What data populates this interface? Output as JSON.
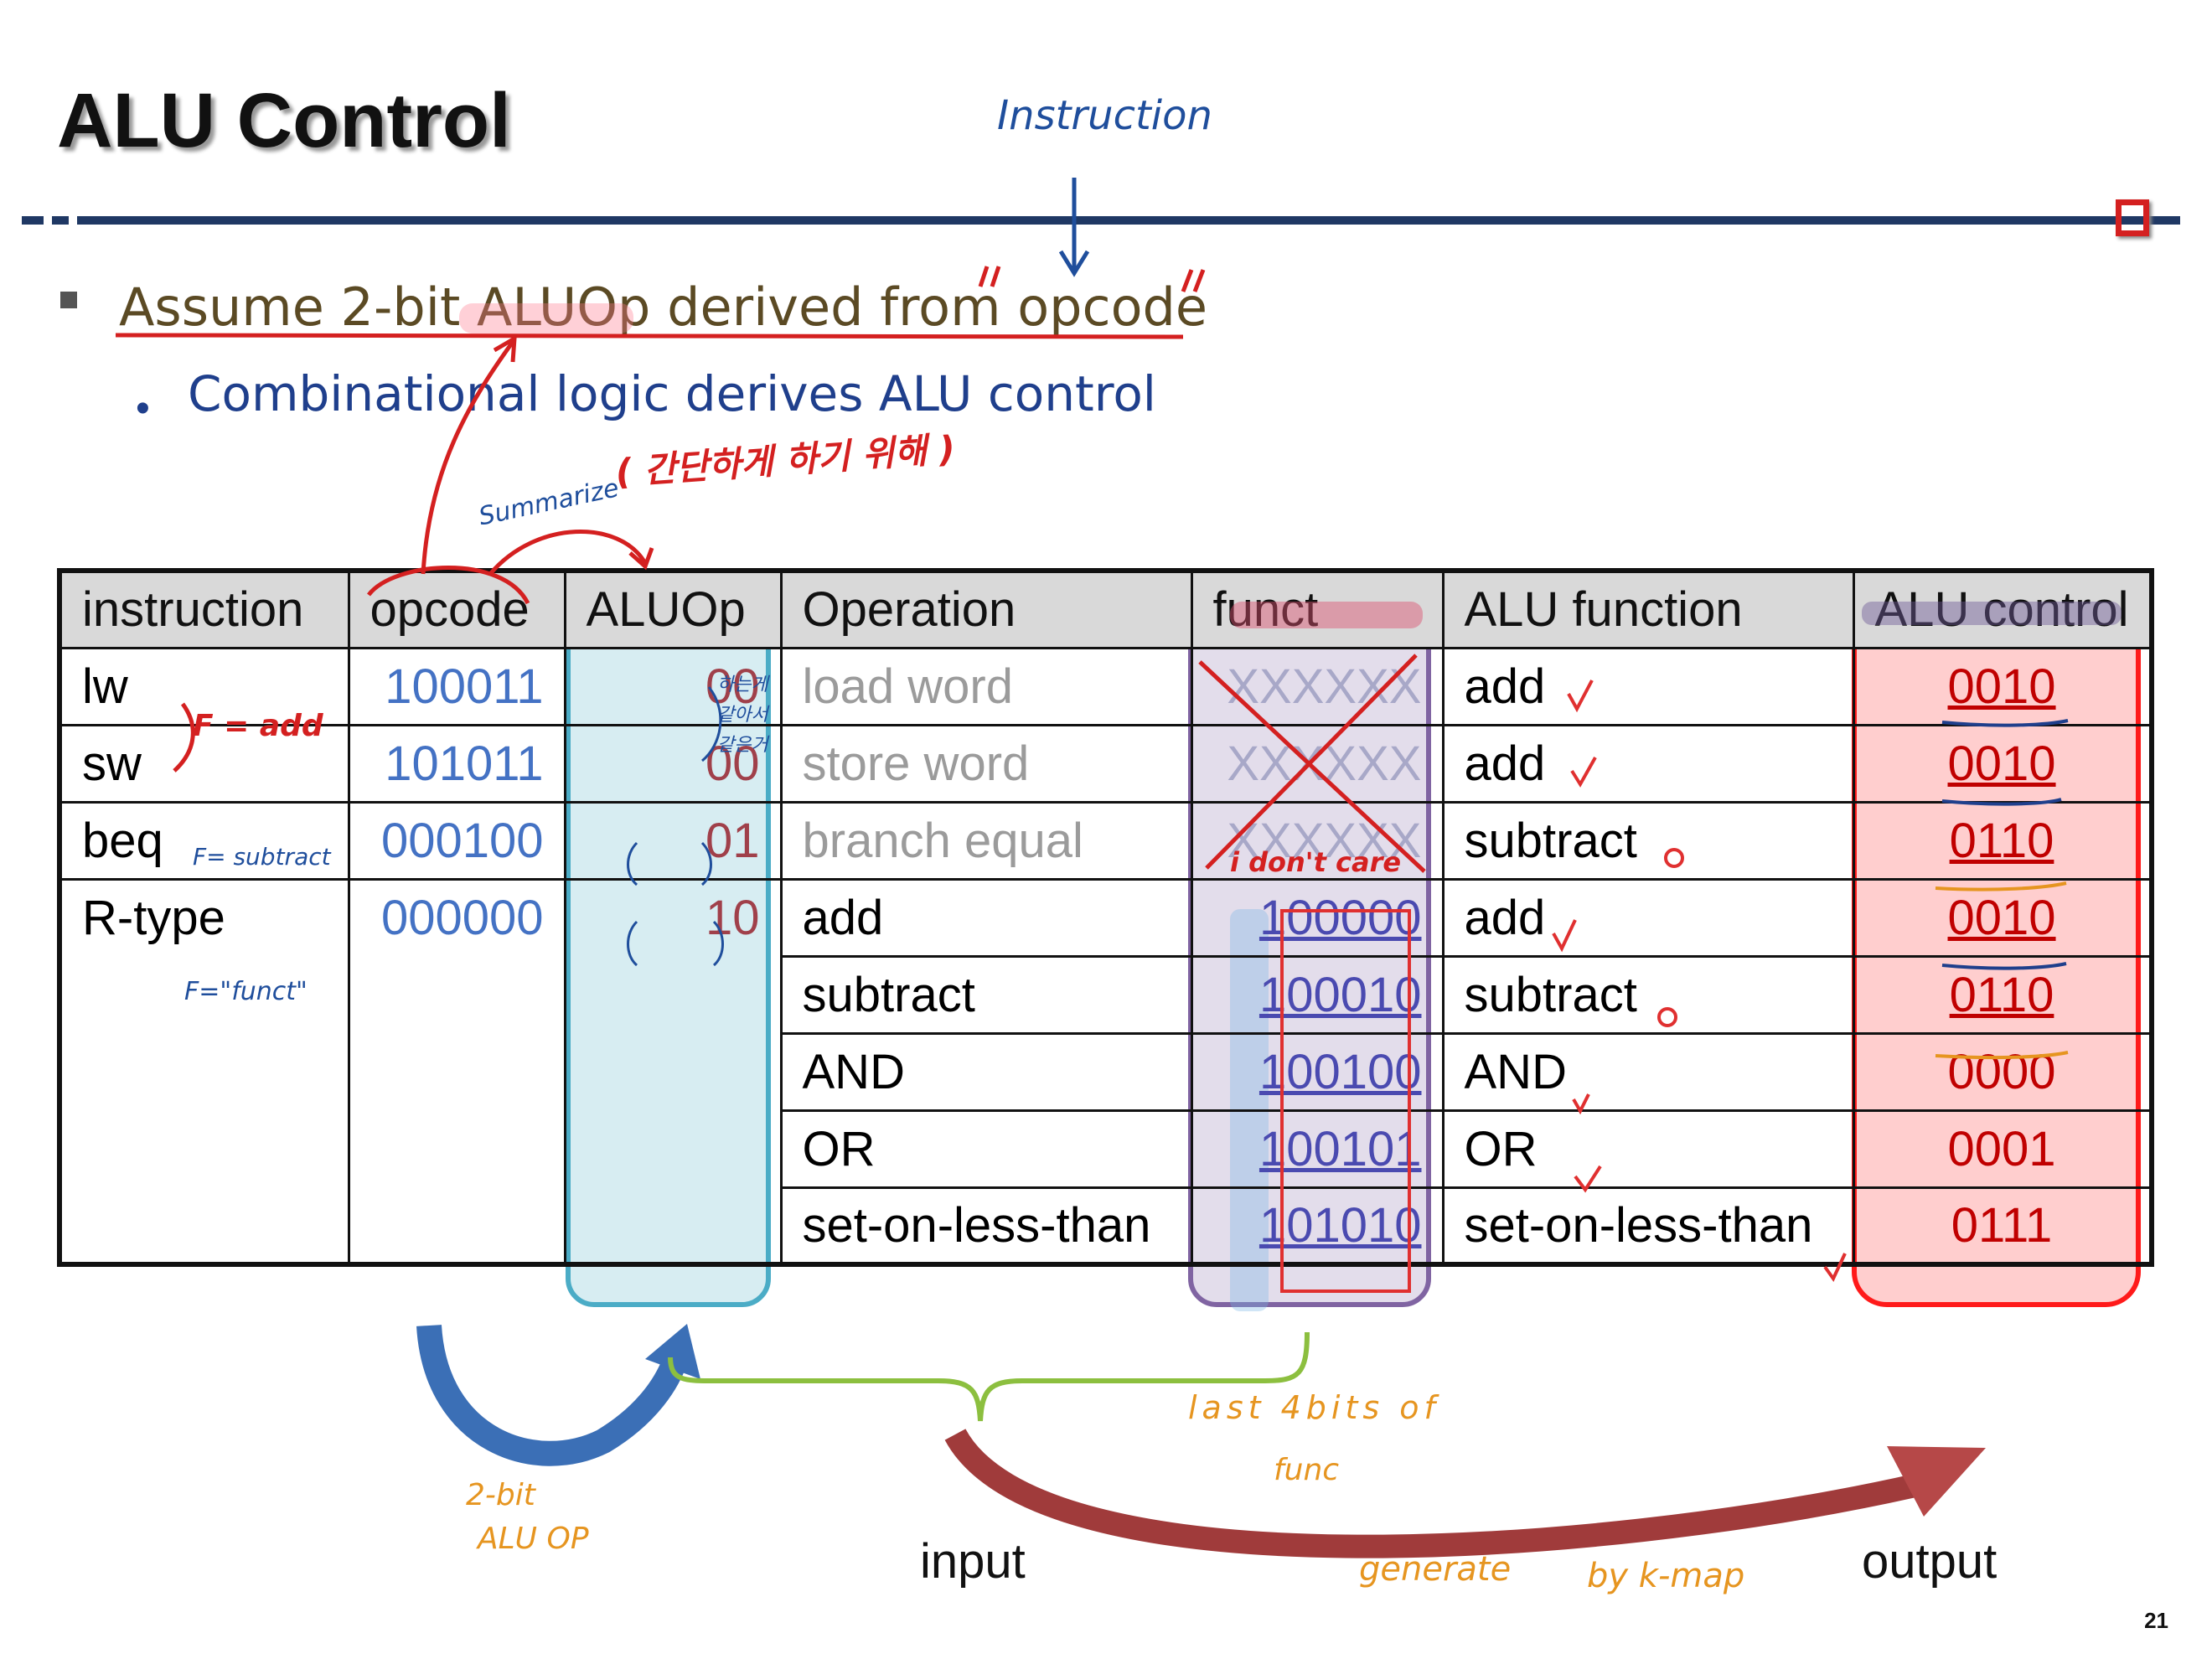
{
  "title": "ALU Control",
  "bullet_1": "Assume 2-bit ALUOp derived from opcode",
  "bullet_2": "Combinational logic derives ALU control",
  "table": {
    "headers": [
      "instruction",
      "opcode",
      "ALUOp",
      "Operation",
      "funct",
      "ALU function",
      "ALU control"
    ],
    "rows": [
      {
        "instruction": "lw",
        "opcode": "100011",
        "aluop": "00",
        "operation": "load word",
        "funct": "XXXXXX",
        "alu_function": "add",
        "alu_control": "0010"
      },
      {
        "instruction": "sw",
        "opcode": "101011",
        "aluop": "00",
        "operation": "store word",
        "funct": "XXXXXX",
        "alu_function": "add",
        "alu_control": "0010"
      },
      {
        "instruction": "beq",
        "opcode": "000100",
        "aluop": "01",
        "operation": "branch equal",
        "funct": "XXXXXX",
        "alu_function": "subtract",
        "alu_control": "0110"
      },
      {
        "instruction": "R-type",
        "opcode": "000000",
        "aluop": "10",
        "operation": "add",
        "funct": "100000",
        "alu_function": "add",
        "alu_control": "0010"
      },
      {
        "instruction": "",
        "opcode": "",
        "aluop": "",
        "operation": "subtract",
        "funct": "100010",
        "alu_function": "subtract",
        "alu_control": "0110"
      },
      {
        "instruction": "",
        "opcode": "",
        "aluop": "",
        "operation": "AND",
        "funct": "100100",
        "alu_function": "AND",
        "alu_control": "0000"
      },
      {
        "instruction": "",
        "opcode": "",
        "aluop": "",
        "operation": "OR",
        "funct": "100101",
        "alu_function": "OR",
        "alu_control": "0001"
      },
      {
        "instruction": "",
        "opcode": "",
        "aluop": "",
        "operation": "set-on-less-than",
        "funct": "101010",
        "alu_function": "set-on-less-than",
        "alu_control": "0111"
      }
    ]
  },
  "labels": {
    "input": "input",
    "output": "output",
    "page_number": "21"
  },
  "handwriting": {
    "instruction": "Instruction",
    "summarize": "Summarize",
    "korean_note": "( 간단하게 하기 위해 )",
    "f_add": "F = add",
    "f_subtract": "F= subtract",
    "f_funct": "F=\"funct\"",
    "same_note": "하는게 같아서 같은거",
    "dont_care": "i don't care",
    "bit_op_1": "2-bit",
    "bit_op_2": "ALU OP",
    "last_bits_1": "last 4bits of",
    "last_bits_2": "func",
    "generate": "generate",
    "by_kmap": "by k-map"
  },
  "colors": {
    "title_rule": "#1f3864",
    "aluop_highlight": "#4bacc6",
    "funct_highlight": "#8064a2",
    "control_highlight": "#e02020",
    "annotation_red": "#d42020",
    "annotation_blue": "#1f4e9c",
    "annotation_orange": "#e69520"
  }
}
